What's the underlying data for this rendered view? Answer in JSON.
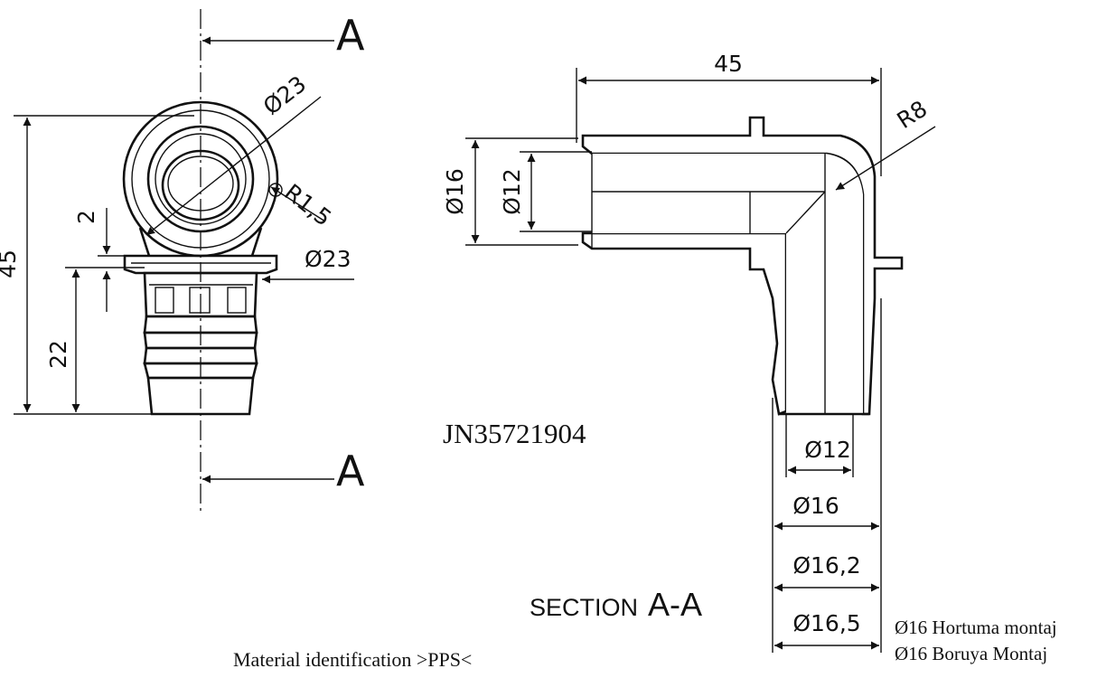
{
  "part_number": "JN35721904",
  "section_label": {
    "prefix": "SECTION",
    "name": "A-A"
  },
  "cut_markers": {
    "top": "A",
    "bottom": "A"
  },
  "front_view": {
    "overall_height": "45",
    "lower_height": "22",
    "step": "2",
    "outer_diameter": "Ø23",
    "flange_diameter": "Ø23",
    "notch_radius": "R1,5"
  },
  "section_view": {
    "overall_length": "45",
    "bend_radius": "R8",
    "inlet_outer_diameter": "Ø16",
    "inlet_inner_diameter": "Ø12",
    "outlet_dims": [
      "Ø12",
      "Ø16",
      "Ø16,2",
      "Ø16,5"
    ]
  },
  "notes": {
    "material": "Material identification >PPS<",
    "assembly_tr_1": "Ø16 Hortuma montaj",
    "assembly_tr_2": "Ø16 Boruya Montaj"
  },
  "colors": {
    "line": "#111111",
    "background": "#ffffff"
  }
}
